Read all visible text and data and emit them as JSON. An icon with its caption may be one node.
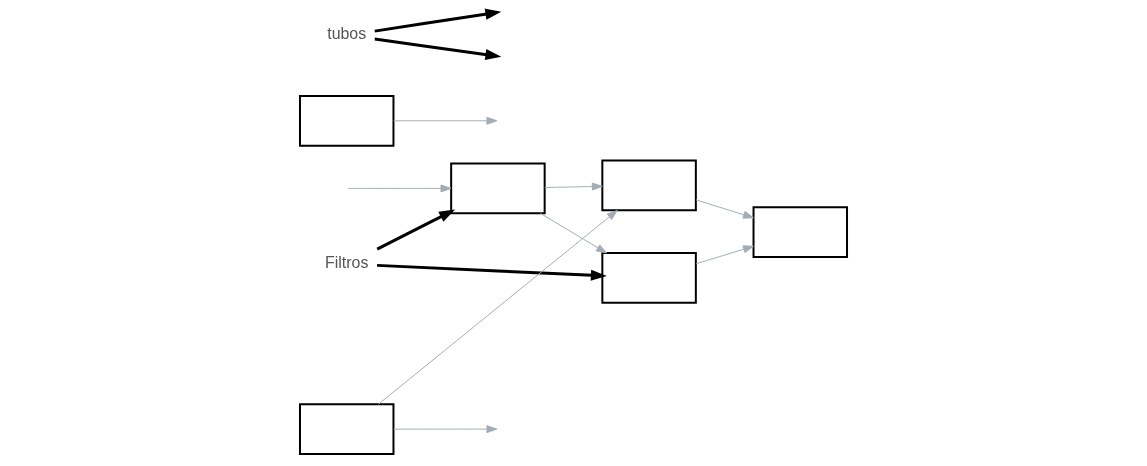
{
  "diagram": {
    "nodes": [
      {
        "text": [
          "Filtros"
        ]
      },
      {
        "text": [],
        "shape": "box"
      },
      {
        "text": [],
        "shape": "box"
      },
      {
        "text": [],
        "shape": "box"
      },
      {
        "text": [],
        "shape": "box"
      },
      {
        "text": [],
        "shape": "box"
      },
      {
        "text": [],
        "shape": "box"
      },
      {
        "text": [
          "tubos"
        ]
      }
    ],
    "edges": [
      {
        "from": null,
        "to": 1,
        "arrow": "to"
      },
      {
        "from": 1,
        "to": 2,
        "arrow": "to"
      },
      {
        "from": 1,
        "to": 3,
        "arrow": "to"
      },
      {
        "from": 2,
        "to": 4,
        "arrow": "to"
      },
      {
        "from": 3,
        "to": 4,
        "arrow": "to"
      },
      {
        "from": 5,
        "to": null,
        "arrow": "to"
      },
      {
        "from": 6,
        "to": null,
        "arrow": "to"
      },
      {
        "from": 6,
        "to": 3,
        "arrow": "to"
      },
      {
        "from": 0,
        "to": 1,
        "arrow": "to",
        "style": "thick",
        "color": "#000000"
      },
      {
        "from": 0,
        "to": 2,
        "arrow": "to",
        "style": "thick",
        "color": "#000000"
      },
      {
        "from": 7,
        "to": null,
        "arrow": "to",
        "style": "thick",
        "color": "#000000"
      },
      {
        "from": 7,
        "to": null,
        "arrow": "to",
        "style": "thick",
        "color": "#000000"
      }
    ]
  }
}
